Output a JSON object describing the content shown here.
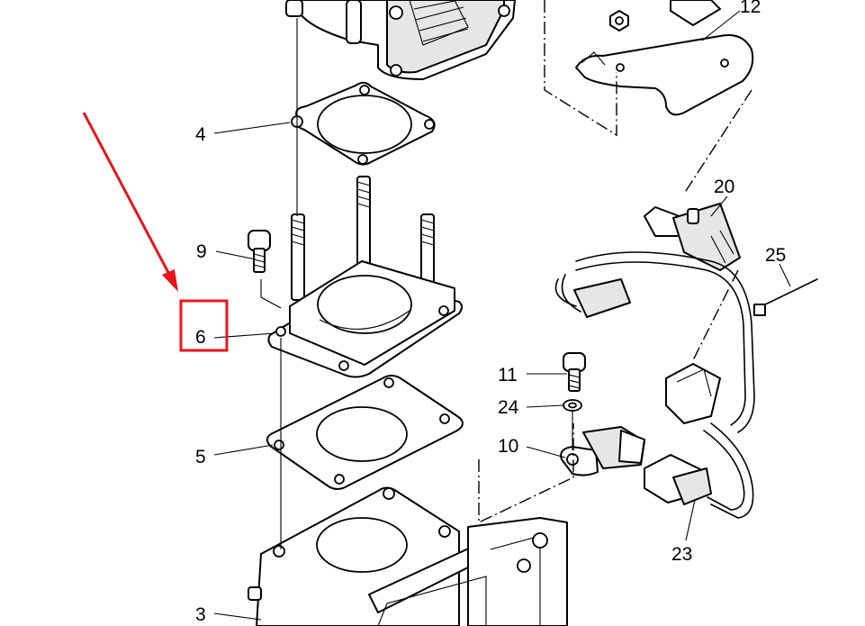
{
  "labels": {
    "p3": "3",
    "p4": "4",
    "p5": "5",
    "p6": "6",
    "p9": "9",
    "p10": "10",
    "p11": "11",
    "p12": "12",
    "p20": "20",
    "p23": "23",
    "p24": "24",
    "p25": "25"
  },
  "colors": {
    "highlight": "#e8141c",
    "line": "#000000",
    "background": "#ffffff"
  }
}
